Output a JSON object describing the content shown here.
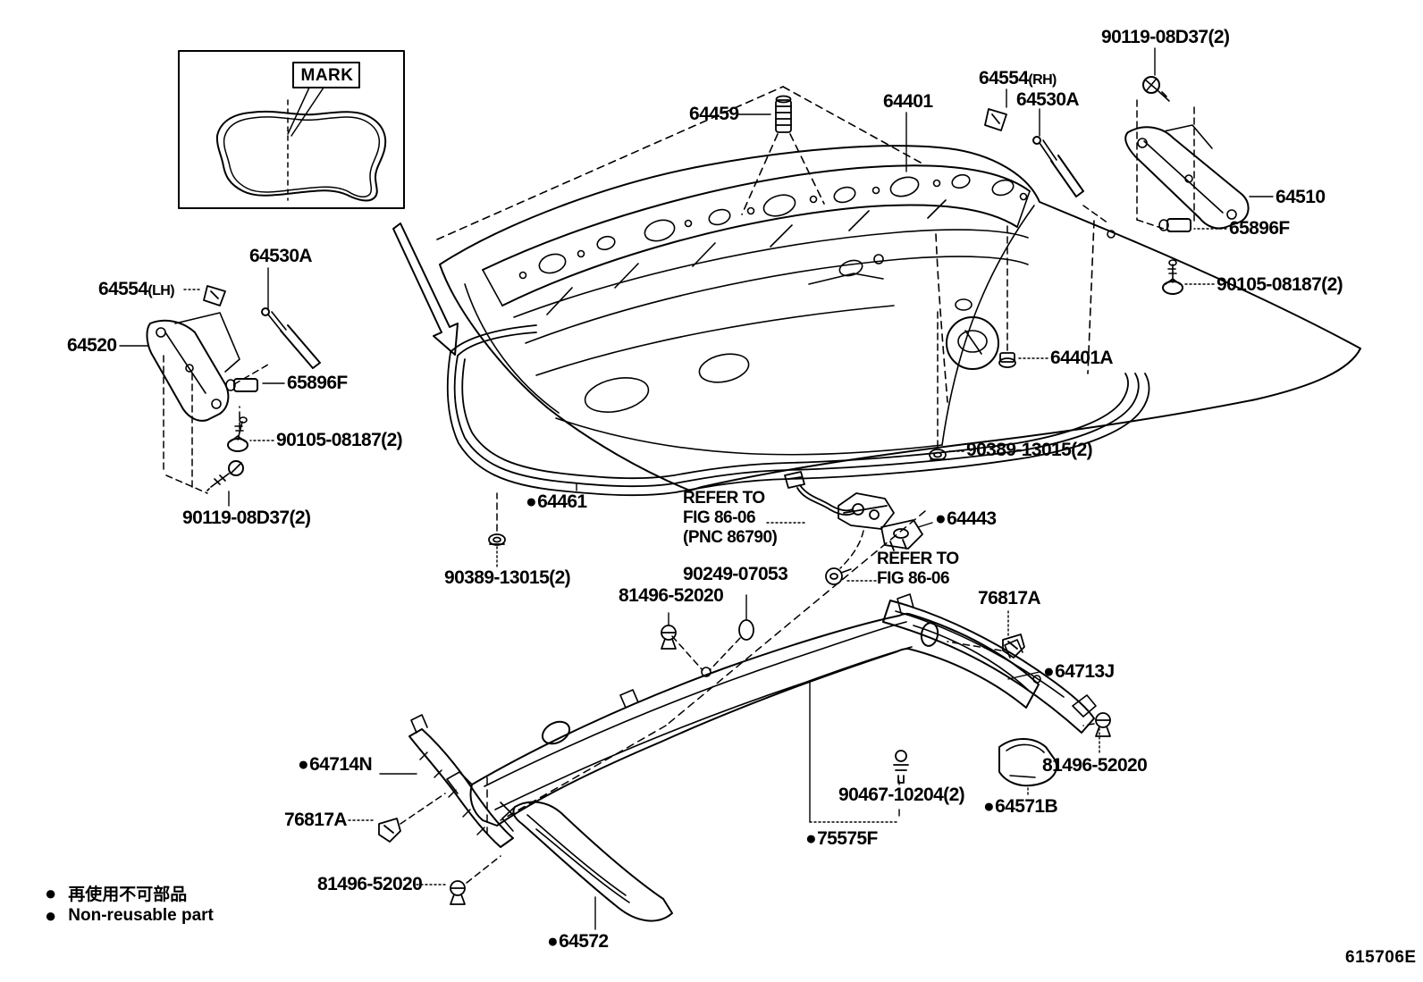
{
  "figure_code": "615706E",
  "inset": {
    "mark": "MARK"
  },
  "legend": {
    "dot": "●",
    "jp": "再使用不可部品",
    "en": "Non-reusable part"
  },
  "labels": {
    "l90119rh": "90119-08D37(2)",
    "l64554rh": {
      "num": "64554",
      "suffix": "(RH)"
    },
    "l64530arh": "64530A",
    "l64459": "64459",
    "l64401": "64401",
    "l64510": "64510",
    "l65896frh": "65896F",
    "l90105rh": "90105-08187(2)",
    "l64530alh": "64530A",
    "l64554lh": {
      "num": "64554",
      "suffix": "(LH)"
    },
    "l64520": "64520",
    "l65896flh": "65896F",
    "l90105lh": "90105-08187(2)",
    "l90119lh": "90119-08D37(2)",
    "l64401a": "64401A",
    "l90389rh": "90389-13015(2)",
    "l64461": {
      "dot": "●",
      "num": "64461"
    },
    "lrefer1": "REFER TO\nFIG 86-06\n(PNC 86790)",
    "l64443": {
      "dot": "●",
      "num": "64443"
    },
    "lrefer2": "REFER TO\nFIG 86-06",
    "l90389mid": "90389-13015(2)",
    "l90249": "90249-07053",
    "l81496top": "81496-52020",
    "l76817arh": "76817A",
    "l64713j": {
      "dot": "●",
      "num": "64713J"
    },
    "l81496rh": "81496-52020",
    "l64714n": {
      "dot": "●",
      "num": "64714N"
    },
    "l76817alh": "76817A",
    "l90467": "90467-10204(2)",
    "l64571b": {
      "dot": "●",
      "num": "64571B"
    },
    "l75575f": {
      "dot": "●",
      "num": "75575F"
    },
    "l81496btm": "81496-52020",
    "l64572": {
      "dot": "●",
      "num": "64572"
    }
  }
}
